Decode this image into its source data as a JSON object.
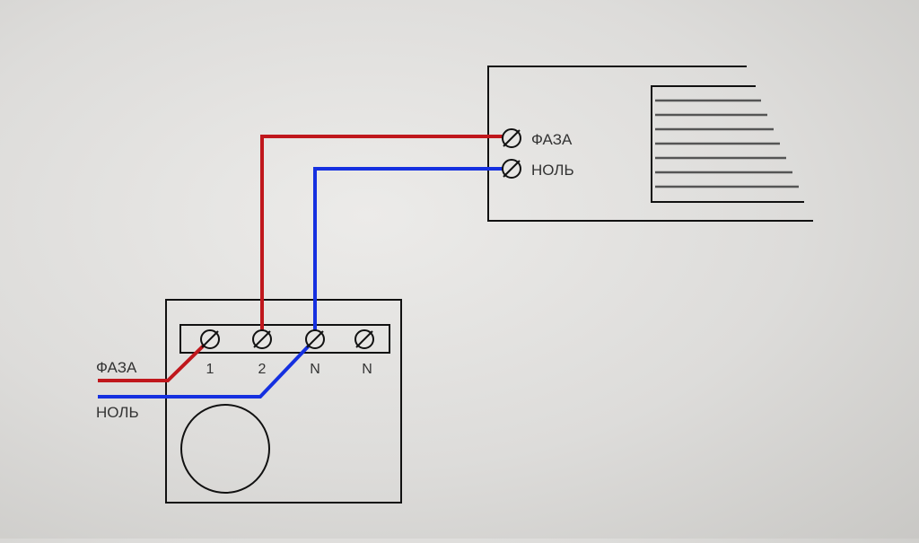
{
  "colors": {
    "phase_wire": "#c0171c",
    "neutral_wire": "#1530e0",
    "outline": "#111111",
    "grille": "#555555",
    "text": "#333333"
  },
  "heater": {
    "terminal_phase_label": "ФАЗА",
    "terminal_neutral_label": "НОЛЬ"
  },
  "thermostat": {
    "terminals": [
      "1",
      "2",
      "N",
      "N"
    ],
    "input_phase_label": "ФАЗА",
    "input_neutral_label": "НОЛЬ"
  }
}
